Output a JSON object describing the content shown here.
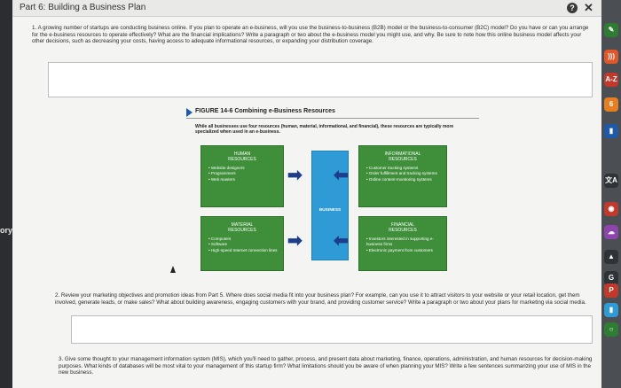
{
  "window": {
    "title": "Part 6: Building a Business Plan",
    "help_label": "?",
    "close_label": "✕"
  },
  "left_edge_text": "ory",
  "questions": [
    {
      "number": "1.",
      "text": "A growing number of startups are conducting business online. If you plan to operate an e-business, will you use the business-to-business (B2B) model or the business-to-consumer (B2C) model? Do you have or can you arrange for the e-business resources to operate effectively? What are the financial implications? Write a paragraph or two about the e-business model you might use, and why. Be sure to note how this online business model affects your other decisions, such as decreasing your costs, having access to adequate informational resources, or expanding your distribution coverage."
    },
    {
      "number": "2.",
      "text": "Review your marketing objectives and promotion ideas from Part 5. Where does social media fit into your business plan? For example, can you use it to attract visitors to your website or your retail location, get them involved, generate leads, or make sales? What about building awareness, engaging customers with your brand, and providing customer service? Write a paragraph or two about your plans for marketing via social media."
    },
    {
      "number": "3.",
      "text": "Give some thought to your management information system (MIS), which you'll need to gather, process, and present data about marketing, finance, operations, administration, and human resources for decision-making purposes. What kinds of databases will be most vital to your management of this startup firm? What limitations should you be aware of when planning your MIS? Write a few sentences summarizing your use of MIS in the new business."
    }
  ],
  "figure": {
    "label": "FIGURE 14-6  Combining e-Business Resources",
    "caption": "While all businesses use four resources (human, material, informational, and financial), these resources are typically more specialized when used in an e-business.",
    "human": {
      "title": "HUMAN\nRESOURCES",
      "items": [
        "Website designers",
        "Programmers",
        "Web masters"
      ]
    },
    "informational": {
      "title": "INFORMATIONAL\nRESOURCES",
      "items": [
        "Customer tracking systems",
        "Order fulfillment and tracking systems",
        "Online content-monitoring systems"
      ]
    },
    "material": {
      "title": "MATERIAL\nRESOURCES",
      "items": [
        "Computers",
        "Software",
        "High-speed Internet connection lines"
      ]
    },
    "financial": {
      "title": "FINANCIAL\nRESOURCES",
      "items": [
        "Investors interested in supporting e-business firms",
        "Electronic payment from customers"
      ]
    },
    "center_label": "BUSINESS",
    "arrow_right": "➡",
    "arrow_left": "⬅"
  },
  "dock": [
    {
      "icon": "pencil-icon",
      "color": "#2e7d32",
      "glyph": "✎"
    },
    {
      "icon": "rss-icon",
      "color": "#e0572b",
      "glyph": ")))"
    },
    {
      "icon": "dictionary-icon",
      "color": "#c0392b",
      "glyph": "A-Z"
    },
    {
      "icon": "number-six-icon",
      "color": "#e67e22",
      "glyph": "6"
    },
    {
      "icon": "bookmark-icon",
      "color": "#1e5aa8",
      "glyph": "▮"
    },
    {
      "icon": "translate-icon",
      "color": "#2f3338",
      "glyph": "文A"
    },
    {
      "icon": "toggle-icon",
      "color": "#c0392b",
      "glyph": "◉"
    },
    {
      "icon": "cloud-icon",
      "color": "#8e44ad",
      "glyph": "☁"
    },
    {
      "icon": "drive-icon",
      "color": "#2f3338",
      "glyph": "▲"
    },
    {
      "icon": "google-icon",
      "color": "#2f3338",
      "glyph": "G"
    },
    {
      "icon": "pinterest-icon",
      "color": "#c0392b",
      "glyph": "P"
    },
    {
      "icon": "bookmark-blue-icon",
      "color": "#2f9bd6",
      "glyph": "▮"
    },
    {
      "icon": "circle-green-icon",
      "color": "#2e7d32",
      "glyph": "○"
    }
  ]
}
